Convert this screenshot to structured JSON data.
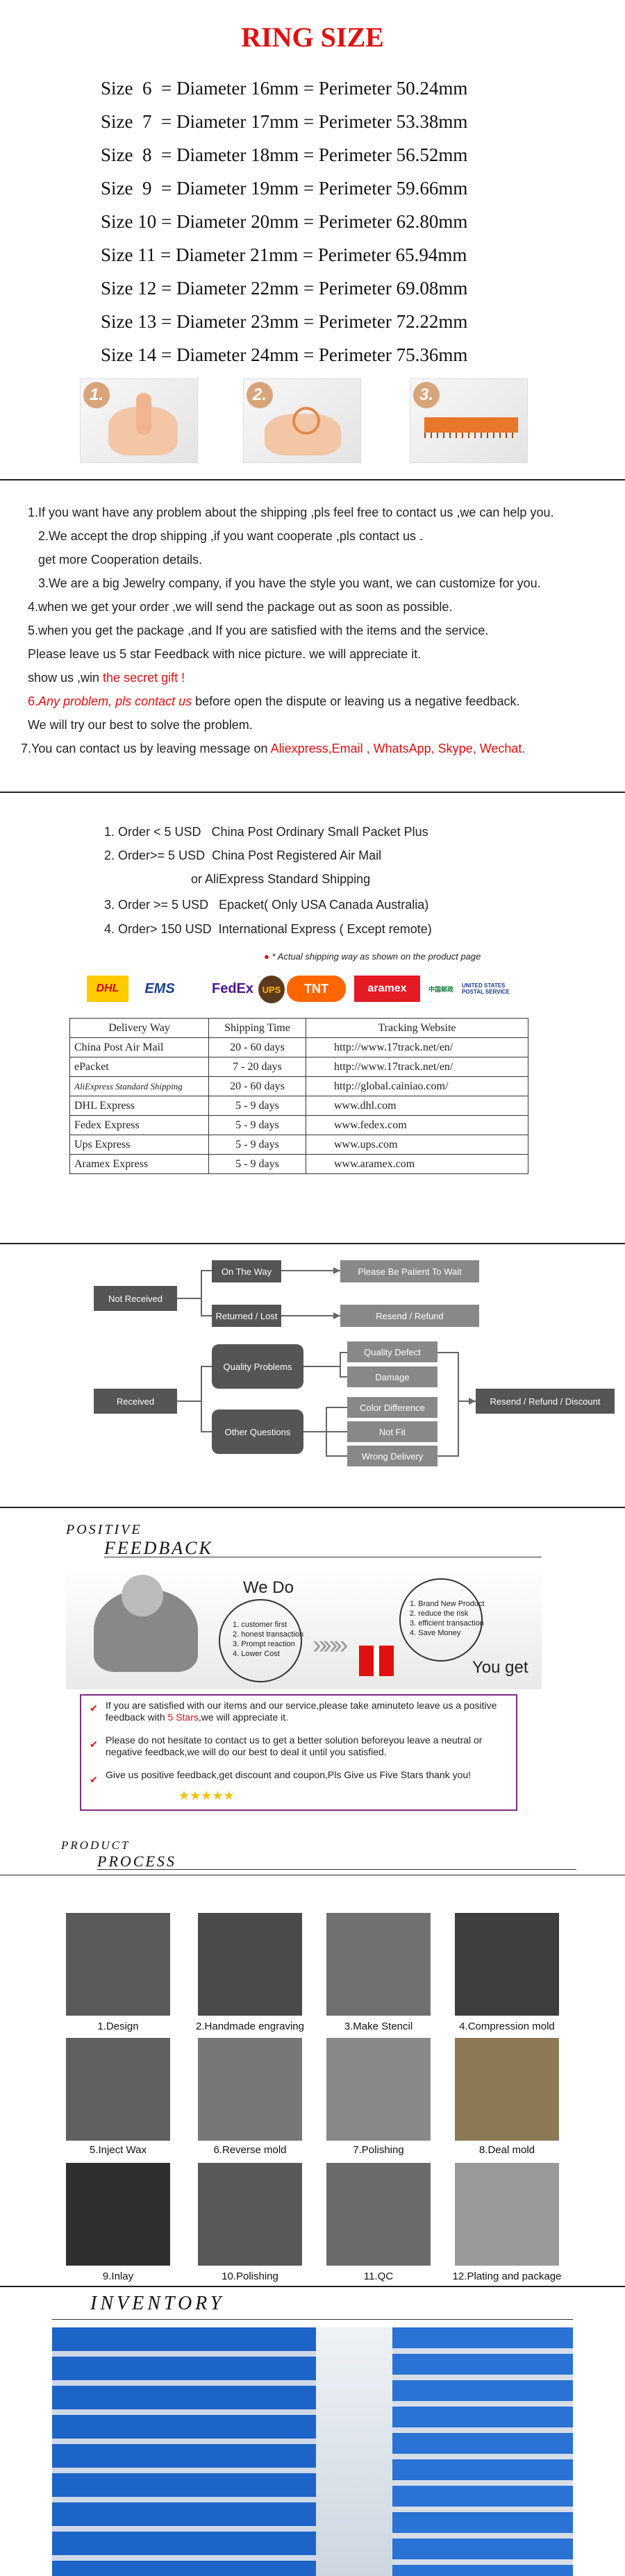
{
  "ring": {
    "title": "RING SIZE",
    "rows": [
      "Size  6  = Diameter 16mm = Perimeter 50.24mm",
      "Size  7  = Diameter 17mm = Perimeter 53.38mm",
      "Size  8  = Diameter 18mm = Perimeter 56.52mm",
      "Size  9  = Diameter 19mm = Perimeter 59.66mm",
      "Size 10 = Diameter 20mm = Perimeter 62.80mm",
      "Size 11 = Diameter 21mm = Perimeter 65.94mm",
      "Size 12 = Diameter 22mm = Perimeter 69.08mm",
      "Size 13 = Diameter 23mm = Perimeter 72.22mm",
      "Size 14 = Diameter 24mm = Perimeter 75.36mm"
    ],
    "steps": [
      "1.",
      "2.",
      "3."
    ]
  },
  "policy": {
    "l1": "1.If you want have any problem about the shipping ,pls feel free to contact us ,we can help you.",
    "l2": "2.We accept the drop shipping ,if you want cooperate ,pls contact us .",
    "l3": "get more Cooperation details.",
    "l4": "3.We are a big Jewelry company, if you have the style you want, we can customize for you.",
    "l5": "4.when we get your order ,we will send the  package out as soon as possible.",
    "l6": "5.when you get the package ,and If you are satisfied with the items and the service.",
    "l7": "Please leave us 5 star Feedback with nice picture. we will appreciate it.",
    "l8a": "show us ,win ",
    "l8b": "the secret gift !",
    "l9a": "6.",
    "l9b": "Any problem, pls contact us",
    "l9c": " before open the dispute or leaving us a negative feedback.",
    "l10": " We will try our best to solve  the problem.",
    "l11a": "7.You can contact us by leaving message on ",
    "l11b": "Aliexpress,Email , WhatsApp, Skype, Wechat."
  },
  "shipping": {
    "lines": [
      "1. Order < 5 USD   China Post Ordinary Small Packet Plus",
      "2. Order>= 5 USD  China Post Registered Air Mail",
      "                         or AliExpress Standard Shipping",
      "3. Order >= 5 USD   Epacket( Only USA Canada Australia)",
      "4. Order> 150 USD  International Express ( Except remote)"
    ],
    "note": "* Actual shipping way as shown on the product page",
    "logos": [
      "DHL",
      "EMS",
      "FedEx",
      "UPS",
      "TNT",
      "aramex",
      "中国邮政",
      "UNITED STATES POSTAL SERVICE"
    ],
    "headers": [
      "Delivery Way",
      "Shipping Time",
      "Tracking Website"
    ],
    "rows": [
      [
        "China Post Air Mail",
        "20 - 60 days",
        "http://www.17track.net/en/"
      ],
      [
        "ePacket",
        "7 - 20 days",
        "http://www.17track.net/en/"
      ],
      [
        "AliExpress Standard Shipping",
        "20 - 60 days",
        "http://global.cainiao.com/"
      ],
      [
        "DHL Express",
        "5 - 9 days",
        "www.dhl.com"
      ],
      [
        "Fedex Express",
        "5 - 9 days",
        "www.fedex.com"
      ],
      [
        "Ups Express",
        "5 - 9 days",
        "www.ups.com"
      ],
      [
        "Aramex Express",
        "5 - 9 days",
        "www.aramex.com"
      ]
    ]
  },
  "flow": {
    "not_received": "Not Received",
    "on_the_way": "On The Way",
    "patient": "Please Be Patient To Wait",
    "returned": "Returned / Lost",
    "resend": "Resend / Refund",
    "received": "Received",
    "quality": "Quality Problems",
    "defect": "Quality Defect",
    "damage": "Damage",
    "other": "Other Questions",
    "color": "Color Difference",
    "notfit": "Not Fit",
    "wrong": "Wrong Delivery",
    "final": "Resend / Refund / Discount"
  },
  "feedback": {
    "h1": "POSITIVE",
    "h2": "FEEDBACK",
    "wedo": "We Do",
    "wedo_list": "1. customer first\n2. honest transaction\n3. Prompt reaction\n4. Lower Cost",
    "youget_list": "1. Brand New Product\n2. reduce the risk\n3. efficient transaction\n4. Save Money",
    "youget": "You get",
    "p1a": "If you are satisfied with our items and our service,please take aminuteto leave us a positive feedback with ",
    "p1b": "5 Stars",
    "p1c": ",we will appreciate it.",
    "p2": "Please do not hesitate to contact us to get a better solution beforeyou leave a neutral or negative feedback,we will do our best to deal it until you satisfied.",
    "p3": "Give us positive feedback,get discount and coupon,Pls Give us Five Stars thank you!",
    "stars": "★★★★★"
  },
  "process": {
    "h1": "PRODUCT",
    "h2": "PROCESS",
    "items": [
      "1.Design",
      "2.Handmade engraving",
      "3.Make Stencil",
      "4.Compression mold",
      "5.Inject Wax",
      "6.Reverse mold",
      "7.Polishing",
      "8.Deal mold",
      "9.Inlay",
      "10.Polishing",
      "11.QC",
      "12.Plating and package"
    ]
  },
  "inventory": {
    "title": "INVENTORY"
  }
}
